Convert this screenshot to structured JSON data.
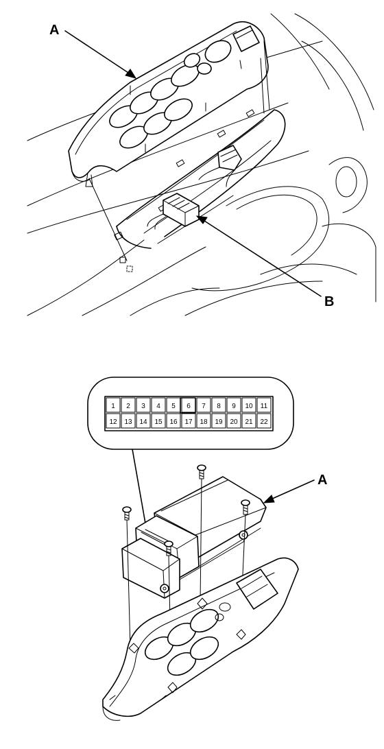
{
  "top_view": {
    "label_a": "A",
    "label_b": "B"
  },
  "bottom_view": {
    "label_a": "A",
    "connector_pins": {
      "top_row": [
        "1",
        "2",
        "3",
        "4",
        "5",
        "6",
        "7",
        "8",
        "9",
        "10",
        "11"
      ],
      "bottom_row": [
        "12",
        "13",
        "14",
        "15",
        "16",
        "17",
        "18",
        "19",
        "20",
        "21",
        "22"
      ]
    }
  }
}
